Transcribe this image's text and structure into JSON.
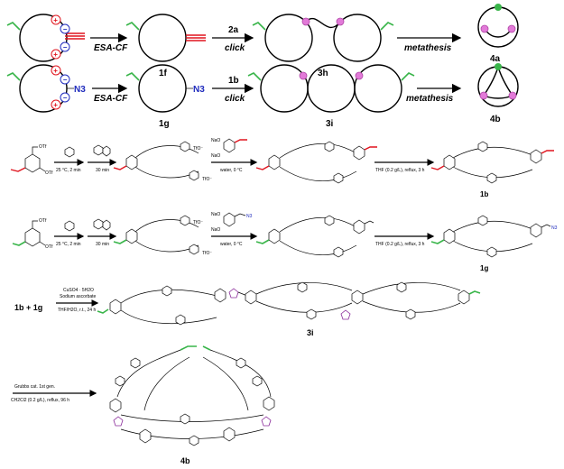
{
  "scheme": {
    "row1": {
      "step1_label": "ESA-CF",
      "product1": "1f",
      "step2_reagent": "2a",
      "step2_label": "click",
      "product2": "3h",
      "step3_label": "metathesis",
      "product3": "4a",
      "azide_label": ""
    },
    "row2": {
      "step1_label": "ESA-CF",
      "product1": "1g",
      "step2_reagent": "1b",
      "step2_label": "click",
      "product2": "3i",
      "step3_label": "metathesis",
      "product3": "4b",
      "azide_label": "N3"
    }
  },
  "synthesis_1b": {
    "sm_groups": [
      "OTf",
      "OTf"
    ],
    "step1_conditions": "25 °C, 2 min",
    "step2_conditions": "30 min",
    "counterions": [
      "TfO⁻",
      "TfO⁻"
    ],
    "reagent_top": "NaO",
    "reagent_bottom": "NaO",
    "step3_conditions": "water, 0 °C",
    "step4_conditions": "THF (0.2 g/L), reflux, 3 h",
    "product": "1b"
  },
  "synthesis_1g": {
    "sm_groups": [
      "OTf",
      "OTf"
    ],
    "step1_conditions": "25 °C, 2 min",
    "step2_conditions": "30 min",
    "counterions": [
      "TfO⁻",
      "TfO⁻"
    ],
    "reagent_top": "NaO",
    "reagent_bottom": "NaO",
    "reagent_group": "N3",
    "step3_conditions": "water, 0 °C",
    "step4_conditions": "THF (0.2 g/L), reflux, 3 h",
    "product": "1g",
    "product_group": "N3"
  },
  "click_step": {
    "reactants": "1b + 1g",
    "catalyst": "CuSO4 · 5H2O",
    "reductant": "Sodium ascorbate",
    "conditions": "THF/H2O, r.t., 24 h",
    "product": "3i"
  },
  "metathesis_step": {
    "catalyst": "Grubbs cat. 1st gen.",
    "conditions": "CH2Cl2 (0.2 g/L), reflux, 96 h",
    "product": "4b"
  },
  "colors": {
    "alkene": "#39b54a",
    "alkyne": "#e0141e",
    "azide": "#1f2bbd",
    "triazole": "#8a2b9a",
    "junction": "#e27ad8"
  }
}
